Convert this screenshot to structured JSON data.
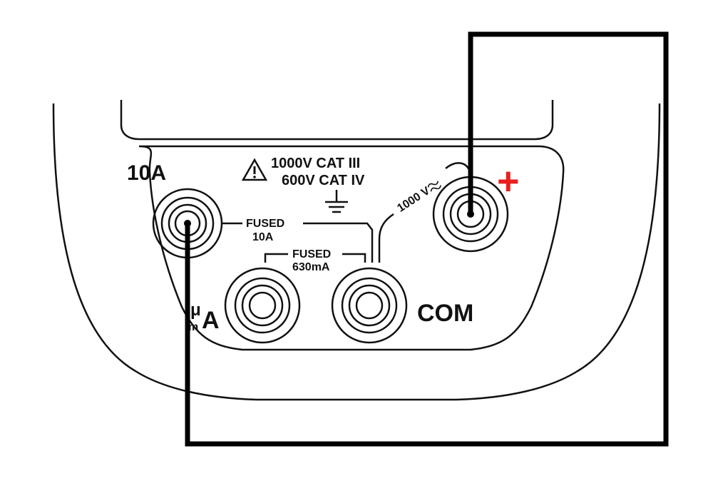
{
  "labels": {
    "port_10a": "10A",
    "warning_line1": "1000V CAT III",
    "warning_line2": "600V CAT IV",
    "fused_10a_line1": "FUSED",
    "fused_10a_line2": "10A",
    "fused_630_line1": "FUSED",
    "fused_630_line2": "630mA",
    "voltage_rating": "1000 V",
    "port_ma_upper": "μ",
    "port_ma_lower": "m",
    "port_ma_unit": "A",
    "port_com": "COM",
    "plus_sign": "+"
  },
  "colors": {
    "plus": "#e8201e",
    "lines": "#111111",
    "background": "#ffffff"
  },
  "icons": {
    "warning": "warning-triangle-icon",
    "ground": "ground-symbol-icon",
    "ac_dc": "ac-dc-wave-icon"
  }
}
